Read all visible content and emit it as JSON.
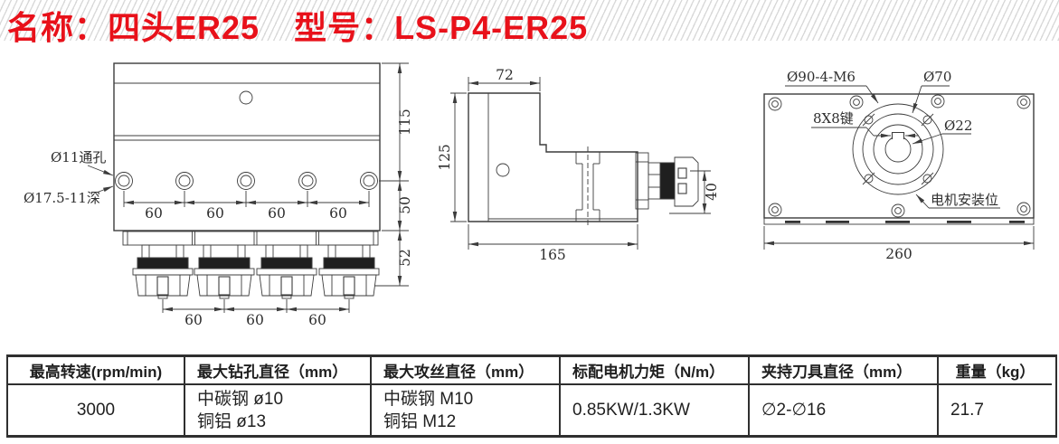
{
  "header": {
    "name_label": "名称：四头ER25",
    "model_label": "型号：LS-P4-ER25"
  },
  "front_view": {
    "callout_through_hole": "Ø11通孔",
    "callout_counterbore": "Ø17.5-11深",
    "dim_spacing": "60",
    "dim_height_top": "115",
    "dim_height_mid": "50",
    "dim_height_collet": "52"
  },
  "side_view": {
    "dim_width_top": "72",
    "dim_height": "125",
    "dim_length": "165",
    "dim_collet": "40"
  },
  "rear_view": {
    "callout_bolt_circle": "Ø90-4-M6",
    "callout_flange": "Ø70",
    "callout_key": "8X8键",
    "callout_shaft": "Ø22",
    "callout_motor_mount": "电机安装位",
    "dim_width": "260"
  },
  "spec_table": {
    "headers": [
      "最高转速(rpm/min)",
      "最大钻孔直径（mm）",
      "最大攻丝直径（mm）",
      "标配电机力矩（N/m）",
      "夹持刀具直径（mm）",
      "重量（kg）"
    ],
    "values": {
      "max_speed": "3000",
      "drill_steel": "中碳钢 ø10",
      "drill_copper": "铜铝 ø13",
      "tap_steel": "中碳钢 M10",
      "tap_copper": "铜铝 M12",
      "motor_torque": "0.85KW/1.3KW",
      "tool_clamp_range": "∅2-∅16",
      "weight": "21.7"
    }
  }
}
